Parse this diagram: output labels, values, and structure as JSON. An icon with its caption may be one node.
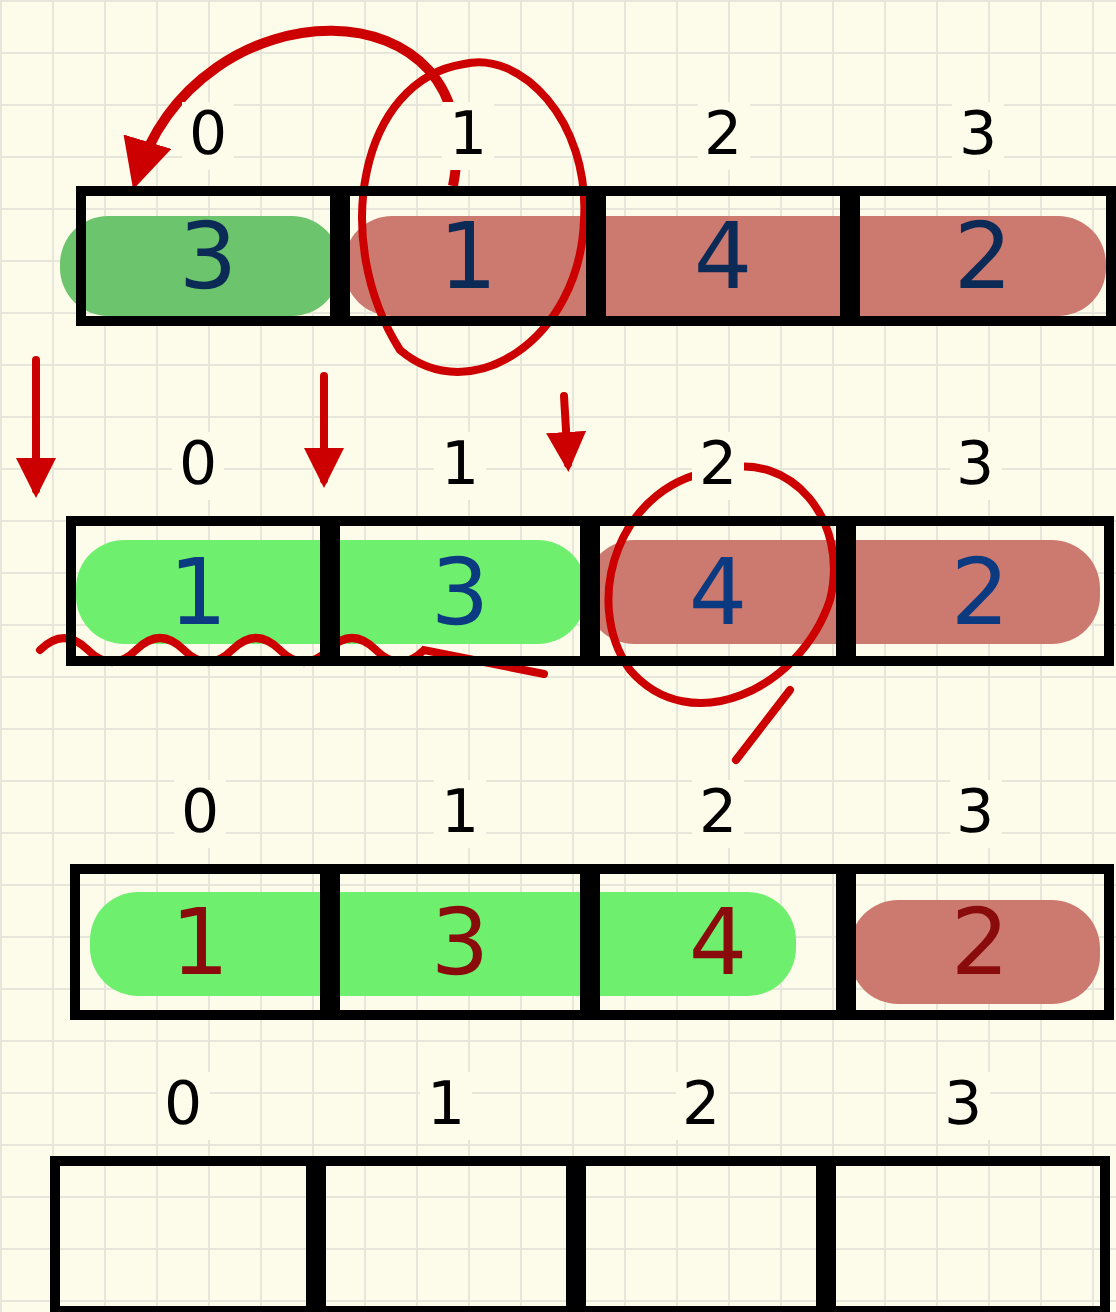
{
  "diagram": {
    "nodes": [
      {
        "text": [
          "3"
        ],
        "beside": [
          "0"
        ]
      },
      {
        "text": [
          "1"
        ],
        "beside": [
          "1"
        ]
      },
      {
        "text": [
          "4"
        ],
        "beside": [
          "2"
        ]
      },
      {
        "text": [
          "2"
        ],
        "beside": [
          "3"
        ]
      },
      {
        "text": [
          "1"
        ],
        "beside": [
          "0"
        ]
      },
      {
        "text": [
          "3"
        ],
        "beside": [
          "1"
        ]
      },
      {
        "text": [
          "4"
        ],
        "beside": [
          "2"
        ]
      },
      {
        "text": [
          "2"
        ],
        "beside": [
          "3"
        ]
      },
      {
        "text": [
          "1"
        ],
        "beside": [
          "0"
        ]
      },
      {
        "text": [
          "3"
        ],
        "beside": [
          "1"
        ]
      },
      {
        "text": [
          "4"
        ],
        "beside": [
          "2"
        ]
      },
      {
        "text": [
          "2"
        ],
        "beside": [
          "3"
        ]
      },
      {
        "text": [],
        "shape": "box",
        "beside": [
          "0"
        ]
      },
      {
        "text": [],
        "shape": "box",
        "beside": [
          "1"
        ]
      },
      {
        "text": [],
        "shape": "box",
        "beside": [
          "2"
        ]
      },
      {
        "text": [],
        "shape": "box",
        "beside": [
          "3"
        ]
      }
    ],
    "edges": [
      {
        "from": 1,
        "to": 0,
        "arrow": "to",
        "color": "#cc0000"
      }
    ]
  }
}
